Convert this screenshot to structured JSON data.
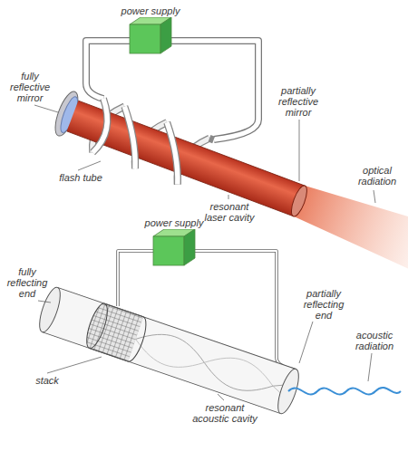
{
  "diagram": {
    "nodes": [
      {
        "text": [
          "power supply"
        ]
      },
      {
        "text": [
          "power supply"
        ]
      }
    ],
    "labels": [
      "fully reflective mirror",
      "partially reflective mirror",
      "optical radiation",
      "flash tube",
      "resonant laser cavity",
      "fully reflecting end",
      "partially reflecting end",
      "acoustic radiation",
      "stack",
      "resonant acoustic cavity"
    ]
  }
}
